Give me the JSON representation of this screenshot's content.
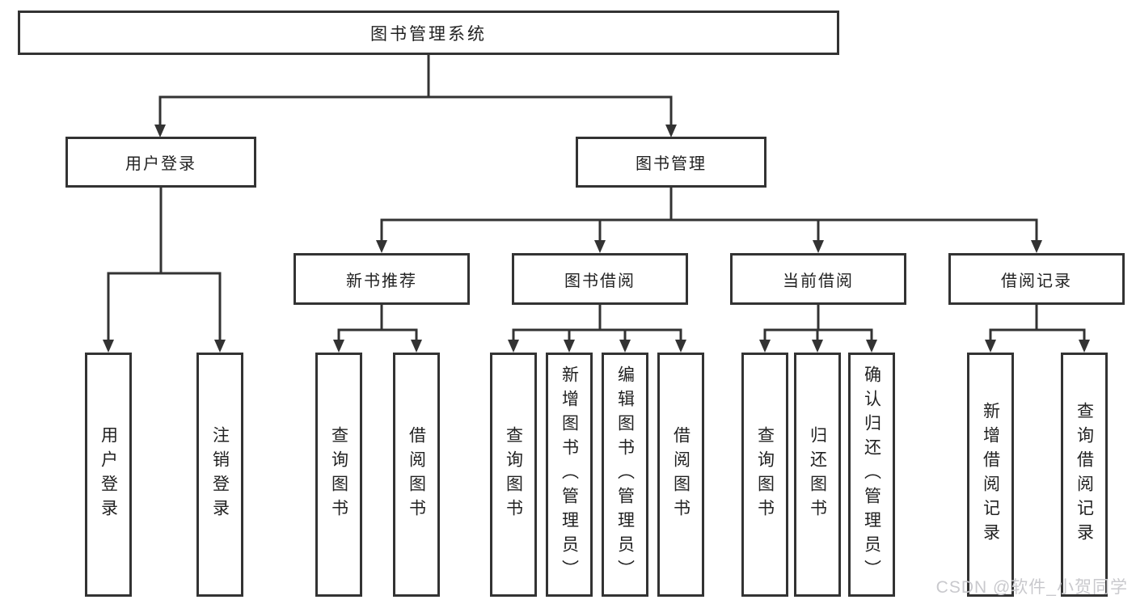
{
  "diagram": {
    "title_node": "图书管理系统",
    "branches": [
      {
        "label": "用户登录",
        "leaves": [
          "用户登录",
          "注销登录"
        ]
      },
      {
        "label": "图书管理",
        "children": [
          {
            "label": "新书推荐",
            "leaves": [
              "查询图书",
              "借阅图书"
            ]
          },
          {
            "label": "图书借阅",
            "leaves": [
              "查询图书",
              "新增图书（管理员）",
              "编辑图书（管理员）",
              "借阅图书"
            ]
          },
          {
            "label": "当前借阅",
            "leaves": [
              "查询图书",
              "归还图书",
              "确认归还（管理员）"
            ]
          },
          {
            "label": "借阅记录",
            "leaves": [
              "新增借阅记录",
              "查询借阅记录"
            ]
          }
        ]
      }
    ]
  },
  "watermark": {
    "text": "CSDN @软件_小贺同学"
  },
  "colors": {
    "line": "#333333",
    "box_border": "#333333",
    "text": "#222222",
    "watermark": "#c9c9cd",
    "background": "#ffffff"
  }
}
